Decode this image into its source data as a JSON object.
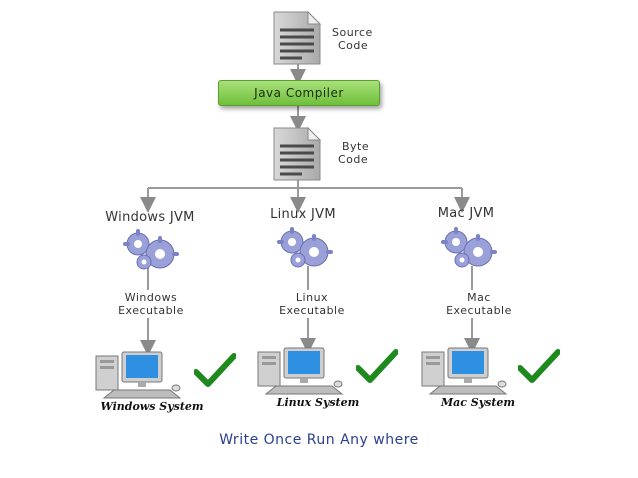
{
  "source": {
    "line1": "Source",
    "line2": "Code"
  },
  "compiler": {
    "label": "Java Compiler"
  },
  "bytecode": {
    "line1": "Byte",
    "line2": "Code"
  },
  "platforms": [
    {
      "jvm": "Windows JVM",
      "exe_line1": "Windows",
      "exe_line2": "Executable",
      "system": "Windows System"
    },
    {
      "jvm": "Linux JVM",
      "exe_line1": "Linux",
      "exe_line2": "Executable",
      "system": "Linux System"
    },
    {
      "jvm": "Mac JVM",
      "exe_line1": "Mac",
      "exe_line2": "Executable",
      "system": "Mac System"
    }
  ],
  "footer": "Write Once Run Any where",
  "colors": {
    "compiler_green": "#7cc843",
    "footer_blue": "#2a3f8f",
    "check_green": "#1e8a1e",
    "connector_gray": "#9a9a9a"
  }
}
